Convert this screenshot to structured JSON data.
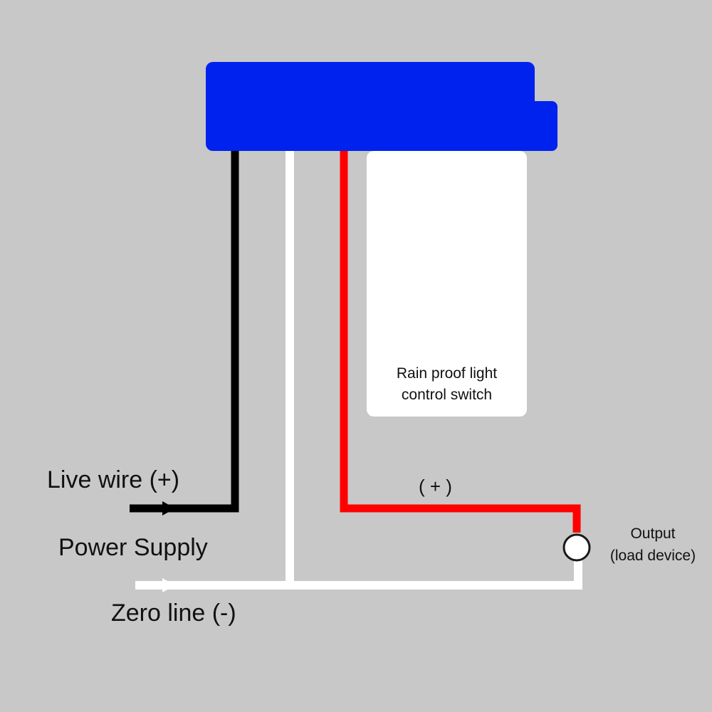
{
  "device": {
    "label_line1": "Rain proof light",
    "label_line2": "control switch",
    "color": "#0022ee"
  },
  "wires": {
    "live": {
      "label": "Live wire (+)",
      "color": "#000000"
    },
    "zero": {
      "label": "Zero line (-)",
      "color": "#ffffff"
    },
    "output": {
      "label": "( + )",
      "color": "#ff0000"
    }
  },
  "power_supply": {
    "label": "Power Supply"
  },
  "output_device": {
    "label_line1": "Output",
    "label_line2": "(load device)"
  }
}
